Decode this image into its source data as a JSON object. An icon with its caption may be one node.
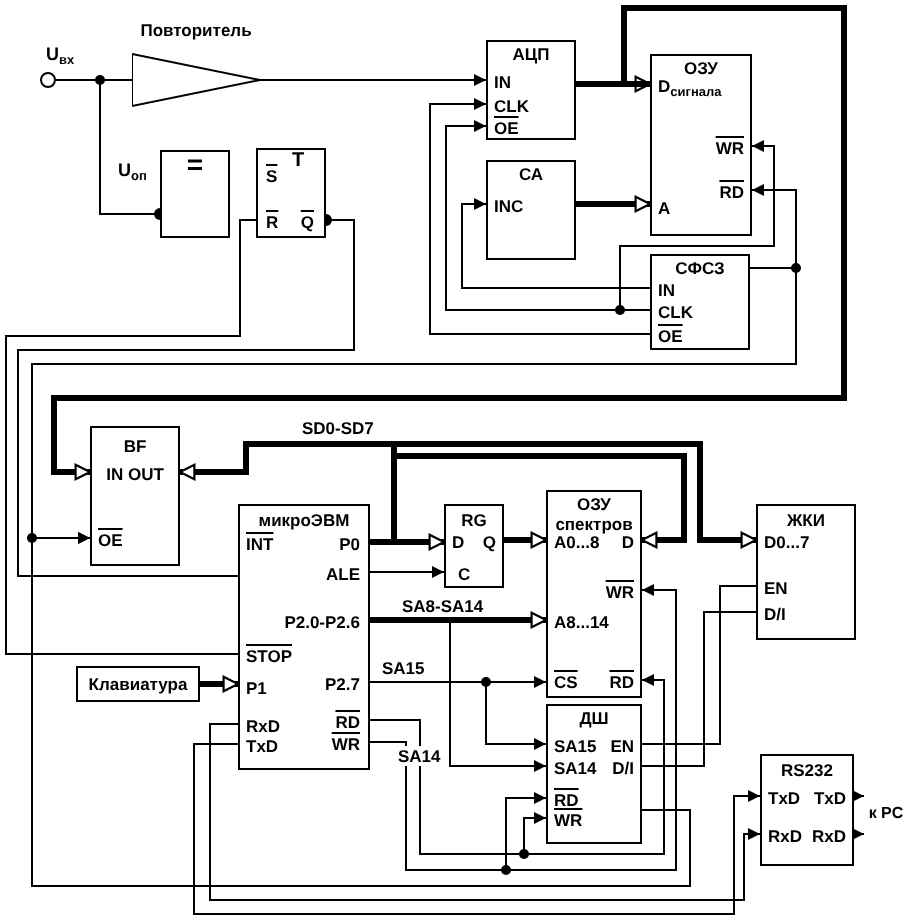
{
  "diagram": {
    "nodes": [
      {
        "text": [],
        "shape": "circle",
        "beside": [
          "U$_{вх}$"
        ]
      },
      {
        "text": [
          "Повторитель"
        ]
      },
      {
        "text": [
          "="
        ],
        "beside": [
          "U$_{оп}$"
        ]
      },
      {
        "text": [
          "T",
          "S",
          "R",
          "Q"
        ]
      },
      {
        "text": [
          "АЦП",
          "IN",
          "CLK",
          "OE"
        ]
      },
      {
        "text": [
          "ОЗУ",
          "D$_{сигнала}$",
          "WR",
          "RD",
          "A"
        ]
      },
      {
        "text": [
          "СА",
          "INC"
        ]
      },
      {
        "text": [
          "СФСЗ",
          "IN",
          "CLK",
          "OE"
        ]
      },
      {
        "text": [
          "BF",
          "IN OUT",
          "OE"
        ]
      },
      {
        "text": [
          "микроЭВМ",
          "INT",
          "P0",
          "ALE",
          "P2.0-P2.6",
          "STOP",
          "P1",
          "P2.7",
          "RxD",
          "RD",
          "TxD",
          "WR"
        ]
      },
      {
        "text": [
          "RG",
          "D",
          "Q",
          "C"
        ]
      },
      {
        "text": [
          "ОЗУ спектров",
          "A0...8",
          "D",
          "WR",
          "A8...14",
          "CS",
          "RD"
        ]
      },
      {
        "text": [
          "ЖКИ",
          "D0...7",
          "EN",
          "D/I"
        ]
      },
      {
        "text": [
          "Клавиатура"
        ]
      },
      {
        "text": [
          "ДШ",
          "SA15",
          "EN",
          "SA14",
          "D/I",
          "RD",
          "WR"
        ]
      },
      {
        "text": [
          "RS232",
          "TxD",
          "TxD",
          "RxD",
          "RxD"
        ]
      },
      {
        "text": [
          "к PC"
        ]
      }
    ],
    "edges": [
      {
        "from": 0,
        "to": 1,
        "arrow": "none"
      },
      {
        "from": 0,
        "to": 2,
        "arrow": "other"
      },
      {
        "from": 1,
        "to": 4,
        "arrow": "to"
      },
      {
        "from": 4,
        "to": 5,
        "arrow": "to",
        "style": "thick"
      },
      {
        "from": 6,
        "to": 5,
        "arrow": "to",
        "style": "thick"
      },
      {
        "from": 7,
        "to": 6,
        "arrow": "to"
      },
      {
        "from": 7,
        "to": 4,
        "arrow": "to"
      },
      {
        "from": 7,
        "to": 4,
        "arrow": "to"
      },
      {
        "from": 7,
        "to": 5,
        "arrow": "to"
      },
      {
        "from": 7,
        "to": 5,
        "arrow": "to"
      },
      {
        "from": 7,
        "to": 8,
        "arrow": "to"
      },
      {
        "from": 5,
        "to": 8,
        "arrow": "to",
        "style": "thick"
      },
      {
        "from": 3,
        "to": 9,
        "arrow": "none"
      },
      {
        "from": 3,
        "to": 9,
        "arrow": "other"
      },
      {
        "from": 9,
        "to": 8,
        "arrow": "to",
        "style": "thick",
        "label": "SD0-SD7"
      },
      {
        "from": 9,
        "to": 10,
        "arrow": "to",
        "style": "thick"
      },
      {
        "from": 9,
        "to": 12,
        "arrow": "to",
        "style": "thick"
      },
      {
        "from": 9,
        "to": 11,
        "arrow": "to",
        "style": "thick"
      },
      {
        "from": 9,
        "to": 10,
        "arrow": "to"
      },
      {
        "from": 10,
        "to": 11,
        "arrow": "to",
        "style": "thick"
      },
      {
        "from": 9,
        "to": 11,
        "arrow": "to",
        "style": "thick",
        "label": "SA8-SA14"
      },
      {
        "from": 9,
        "to": 11,
        "arrow": "to",
        "label": "SA15"
      },
      {
        "from": 9,
        "to": 14,
        "arrow": "to"
      },
      {
        "from": 9,
        "to": 14,
        "arrow": "to",
        "label": "SA14"
      },
      {
        "from": 14,
        "to": 12,
        "arrow": "none"
      },
      {
        "from": 14,
        "to": 12,
        "arrow": "none"
      },
      {
        "from": 14,
        "to": 8,
        "arrow": "to"
      },
      {
        "from": 9,
        "to": 11,
        "arrow": "to"
      },
      {
        "from": 9,
        "to": 11,
        "arrow": "to"
      },
      {
        "from": 9,
        "to": 14,
        "arrow": "to"
      },
      {
        "from": 9,
        "to": 14,
        "arrow": "to"
      },
      {
        "from": 9,
        "to": 15,
        "arrow": "to"
      },
      {
        "from": 9,
        "to": 15,
        "arrow": "to"
      },
      {
        "from": 15,
        "to": 16,
        "arrow": "to"
      },
      {
        "from": 15,
        "to": 16,
        "arrow": "to"
      },
      {
        "from": 13,
        "to": 9,
        "arrow": "to",
        "style": "thick"
      }
    ]
  }
}
